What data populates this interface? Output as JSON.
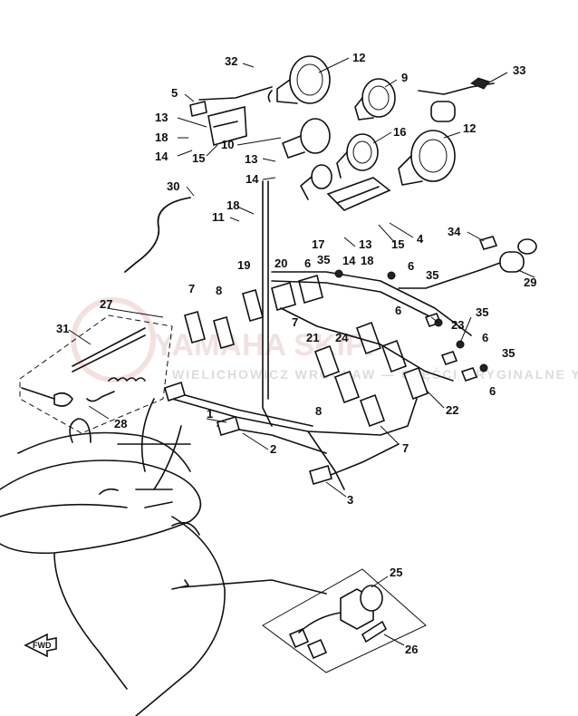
{
  "diagram": {
    "callouts": [
      "32",
      "12",
      "9",
      "33",
      "5",
      "13",
      "18",
      "14",
      "15",
      "10",
      "16",
      "12",
      "13",
      "14",
      "30",
      "18",
      "11",
      "13",
      "15",
      "4",
      "34",
      "17",
      "14",
      "18",
      "19",
      "20",
      "6",
      "35",
      "6",
      "35",
      "29",
      "7",
      "8",
      "27",
      "31",
      "7",
      "21",
      "24",
      "6",
      "35",
      "23",
      "6",
      "35",
      "6",
      "22",
      "8",
      "28",
      "1",
      "2",
      "7",
      "3",
      "25",
      "26"
    ],
    "fwd_label": "FWD"
  }
}
